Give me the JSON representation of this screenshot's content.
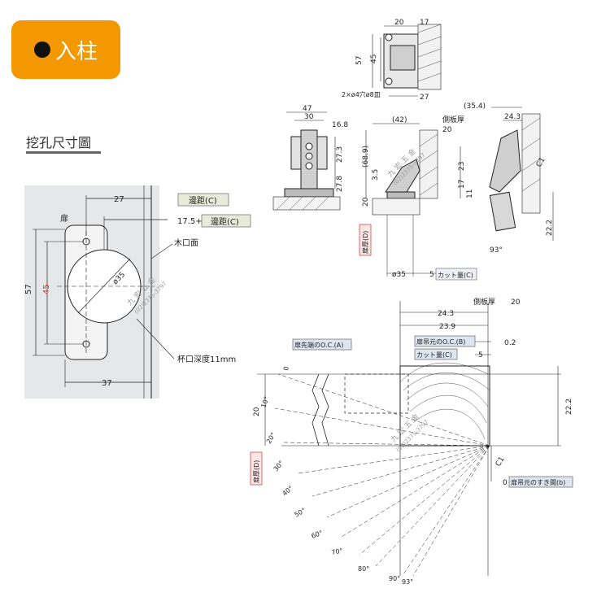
{
  "badge": {
    "label": "入柱"
  },
  "section": {
    "title": "挖孔尺寸圖"
  },
  "drill": {
    "dim_27": "27",
    "edge_c": "邊距(C)",
    "dim_17_5": "17.5+",
    "edge_c2": "邊距(C)",
    "door": "扉",
    "wood_face": "木口面",
    "dim_57": "57",
    "dim_45": "45",
    "dim_35": "ø35",
    "cup_depth": "杯口深度11mm",
    "dim_37": "37"
  },
  "top_view": {
    "d20": "20",
    "d17": "17",
    "d57": "57",
    "d45": "45",
    "d27": "27",
    "screw": "2×ø4穴ø8皿"
  },
  "front_view": {
    "d47": "47",
    "d30": "30",
    "d16_8": "16.8",
    "d27_3": "27.3",
    "d27_8": "27.8"
  },
  "side_view": {
    "d42": "(42)",
    "panel_thk": "側板厚",
    "panel_thk_val": "20",
    "d68_9": "(68.9)",
    "d3_5": "3.5",
    "d23": "23",
    "d17": "17",
    "d11": "11",
    "d20": "20",
    "door_d": "扉厚(D)",
    "d35": "ø35",
    "d5": "5",
    "cut": "カット量(C)"
  },
  "open_view": {
    "d35_4": "(35.4)",
    "d24_3": "24.3",
    "c1": "C1",
    "d22_2": "22.2",
    "a93": "93°"
  },
  "sweep": {
    "panel_thk": "側板厚",
    "panel_thk_val": "20",
    "d24_3": "24.3",
    "d23_9": "23.9",
    "oc_b": "扉吊元のO.C.(B)",
    "oc_b_val": "0.2",
    "cut_c": "カット量(C)",
    "cut_c_val": "5",
    "oc_a": "扉先端のO.C.(A)",
    "zero": "0",
    "d20": "20",
    "d22_2": "22.2",
    "door_d": "扉厚(D)",
    "c1": "C1",
    "gap_val": "0",
    "gap_b": "扉吊元のすき間(b)",
    "angles": [
      "0°",
      "10°",
      "20°",
      "30°",
      "40°",
      "50°",
      "60°",
      "70°",
      "80°",
      "90°",
      "93°"
    ]
  },
  "watermark": {
    "name": "九 宏 五 金",
    "phone": "(02)2375-3797"
  }
}
